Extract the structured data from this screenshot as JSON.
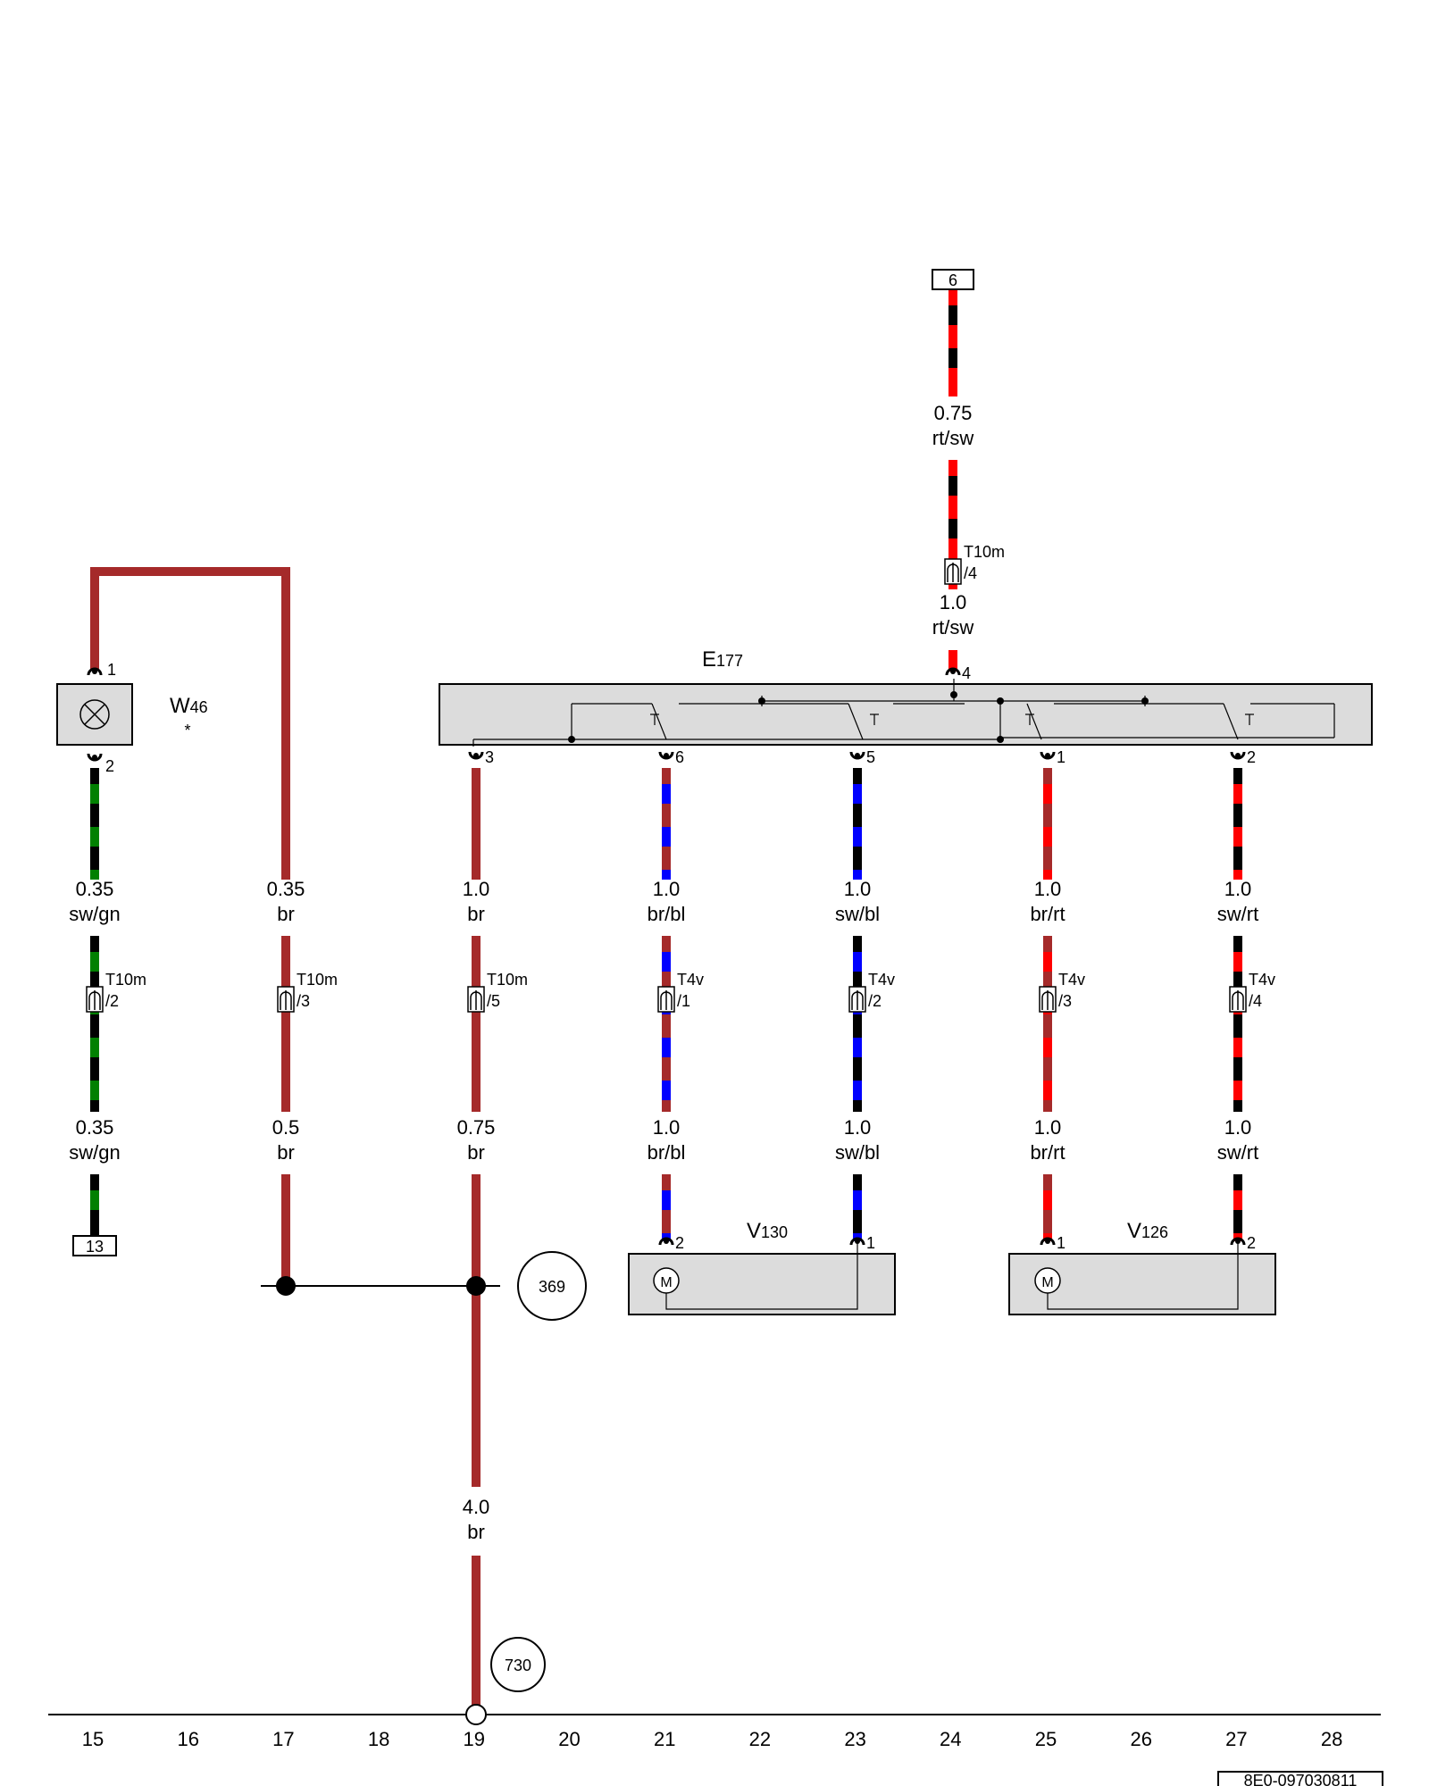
{
  "colors": {
    "br": "#a52a2a",
    "sw": "#000000",
    "gn": "#008000",
    "rt": "#ff0000",
    "bl": "#0000ff",
    "module_fill": "#dcdcdc"
  },
  "components": {
    "w46": {
      "id": "W46",
      "letter": "W",
      "sub": "46",
      "asterisk": "*",
      "icon": "lamp-icon"
    },
    "e177": {
      "id": "E177",
      "letter": "E",
      "sub": "177",
      "icon": "switch-contacts-icon"
    },
    "v130": {
      "id": "V130",
      "letter": "V",
      "sub": "130",
      "motor_label": "M",
      "icon": "motor-icon"
    },
    "v126": {
      "id": "V126",
      "letter": "V",
      "sub": "126",
      "motor_label": "M",
      "icon": "motor-icon"
    }
  },
  "top_ref": "6",
  "bottom_ref_13": "13",
  "circle_refs": [
    "369",
    "730"
  ],
  "wire_24": {
    "upper": {
      "size": "0.75",
      "color": "rt/sw"
    },
    "lower": {
      "size": "1.0",
      "color": "rt/sw"
    },
    "connector": "T10m",
    "pin": "/4",
    "e177_pin": "4"
  },
  "columns": [
    {
      "grid": "15",
      "top_pin": "2",
      "upper": {
        "size": "0.35",
        "color": "sw/gn"
      },
      "connector": "T10m",
      "pin": "/2",
      "lower": {
        "size": "0.35",
        "color": "sw/gn"
      }
    },
    {
      "grid": "17",
      "upper": {
        "size": "0.35",
        "color": "br"
      },
      "connector": "T10m",
      "pin": "/3",
      "lower": {
        "size": "0.5",
        "color": "br"
      }
    },
    {
      "grid": "19",
      "top_pin": "3",
      "upper": {
        "size": "1.0",
        "color": "br"
      },
      "connector": "T10m",
      "pin": "/5",
      "lower": {
        "size": "0.75",
        "color": "br"
      },
      "ground": {
        "size": "4.0",
        "color": "br"
      }
    },
    {
      "grid": "21",
      "top_pin": "6",
      "upper": {
        "size": "1.0",
        "color": "br/bl"
      },
      "connector": "T4v",
      "pin": "/1",
      "lower": {
        "size": "1.0",
        "color": "br/bl"
      },
      "bottom_pin": "2"
    },
    {
      "grid": "23",
      "top_pin": "5",
      "upper": {
        "size": "1.0",
        "color": "sw/bl"
      },
      "connector": "T4v",
      "pin": "/2",
      "lower": {
        "size": "1.0",
        "color": "sw/bl"
      },
      "bottom_pin": "1"
    },
    {
      "grid": "25",
      "top_pin": "1",
      "upper": {
        "size": "1.0",
        "color": "br/rt"
      },
      "connector": "T4v",
      "pin": "/3",
      "lower": {
        "size": "1.0",
        "color": "br/rt"
      },
      "bottom_pin": "1"
    },
    {
      "grid": "27",
      "top_pin": "2",
      "upper": {
        "size": "1.0",
        "color": "sw/rt"
      },
      "connector": "T4v",
      "pin": "/4",
      "lower": {
        "size": "1.0",
        "color": "sw/rt"
      },
      "bottom_pin": "2"
    }
  ],
  "w46_pins": {
    "top": "1",
    "bottom": "2"
  },
  "grid_numbers": [
    "15",
    "16",
    "17",
    "18",
    "19",
    "20",
    "21",
    "22",
    "23",
    "24",
    "25",
    "26",
    "27",
    "28"
  ],
  "doc_code": "8E0-097030811"
}
